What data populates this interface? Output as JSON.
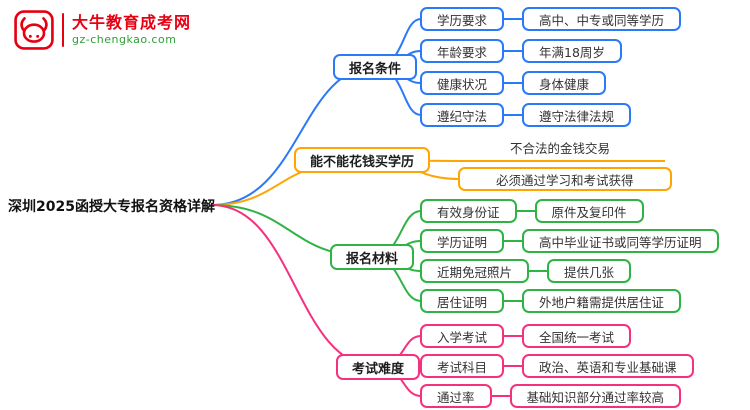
{
  "logo": {
    "title": "大牛教育成考网",
    "url": "gz-chengkao.com",
    "brand_color": "#e60012",
    "url_color": "#2e9e36"
  },
  "root": {
    "label": "深圳2025函授大专报名资格详解"
  },
  "branches": [
    {
      "label": "报名条件",
      "color": "#2a7af8",
      "items": [
        {
          "label": "学历要求",
          "value": "高中、中专或同等学历"
        },
        {
          "label": "年龄要求",
          "value": "年满18周岁"
        },
        {
          "label": "健康状况",
          "value": "身体健康"
        },
        {
          "label": "遵纪守法",
          "value": "遵守法律法规"
        }
      ]
    },
    {
      "label": "能不能花钱买学历",
      "color": "#ffa502",
      "items": [
        {
          "label": "不合法的金钱交易"
        },
        {
          "label": "必须通过学习和考试获得"
        }
      ]
    },
    {
      "label": "报名材料",
      "color": "#2fb344",
      "items": [
        {
          "label": "有效身份证",
          "value": "原件及复印件"
        },
        {
          "label": "学历证明",
          "value": "高中毕业证书或同等学历证明"
        },
        {
          "label": "近期免冠照片",
          "value": "提供几张"
        },
        {
          "label": "居住证明",
          "value": "外地户籍需提供居住证"
        }
      ]
    },
    {
      "label": "考试难度",
      "color": "#f5317f",
      "items": [
        {
          "label": "入学考试",
          "value": "全国统一考试"
        },
        {
          "label": "考试科目",
          "value": "政治、英语和专业基础课"
        },
        {
          "label": "通过率",
          "value": "基础知识部分通过率较高"
        }
      ]
    }
  ]
}
